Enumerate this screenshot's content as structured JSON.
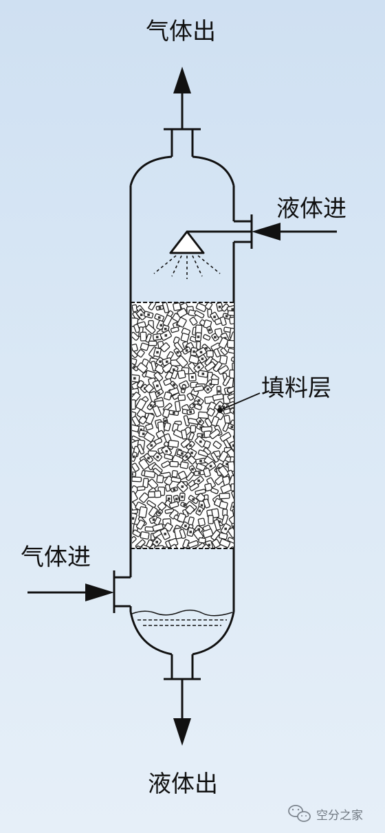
{
  "labels": {
    "gas_out": "气体出",
    "liquid_in": "液体进",
    "packing_layer": "填料层",
    "gas_in": "气体进",
    "liquid_out": "液体出"
  },
  "watermark": {
    "text": "空分之家",
    "icon": "wechat-icon"
  },
  "colors": {
    "background_top": "#cfe0f2",
    "background_bottom": "#e6eff8",
    "line": "#111111",
    "packing_fill": "#ffffff"
  }
}
